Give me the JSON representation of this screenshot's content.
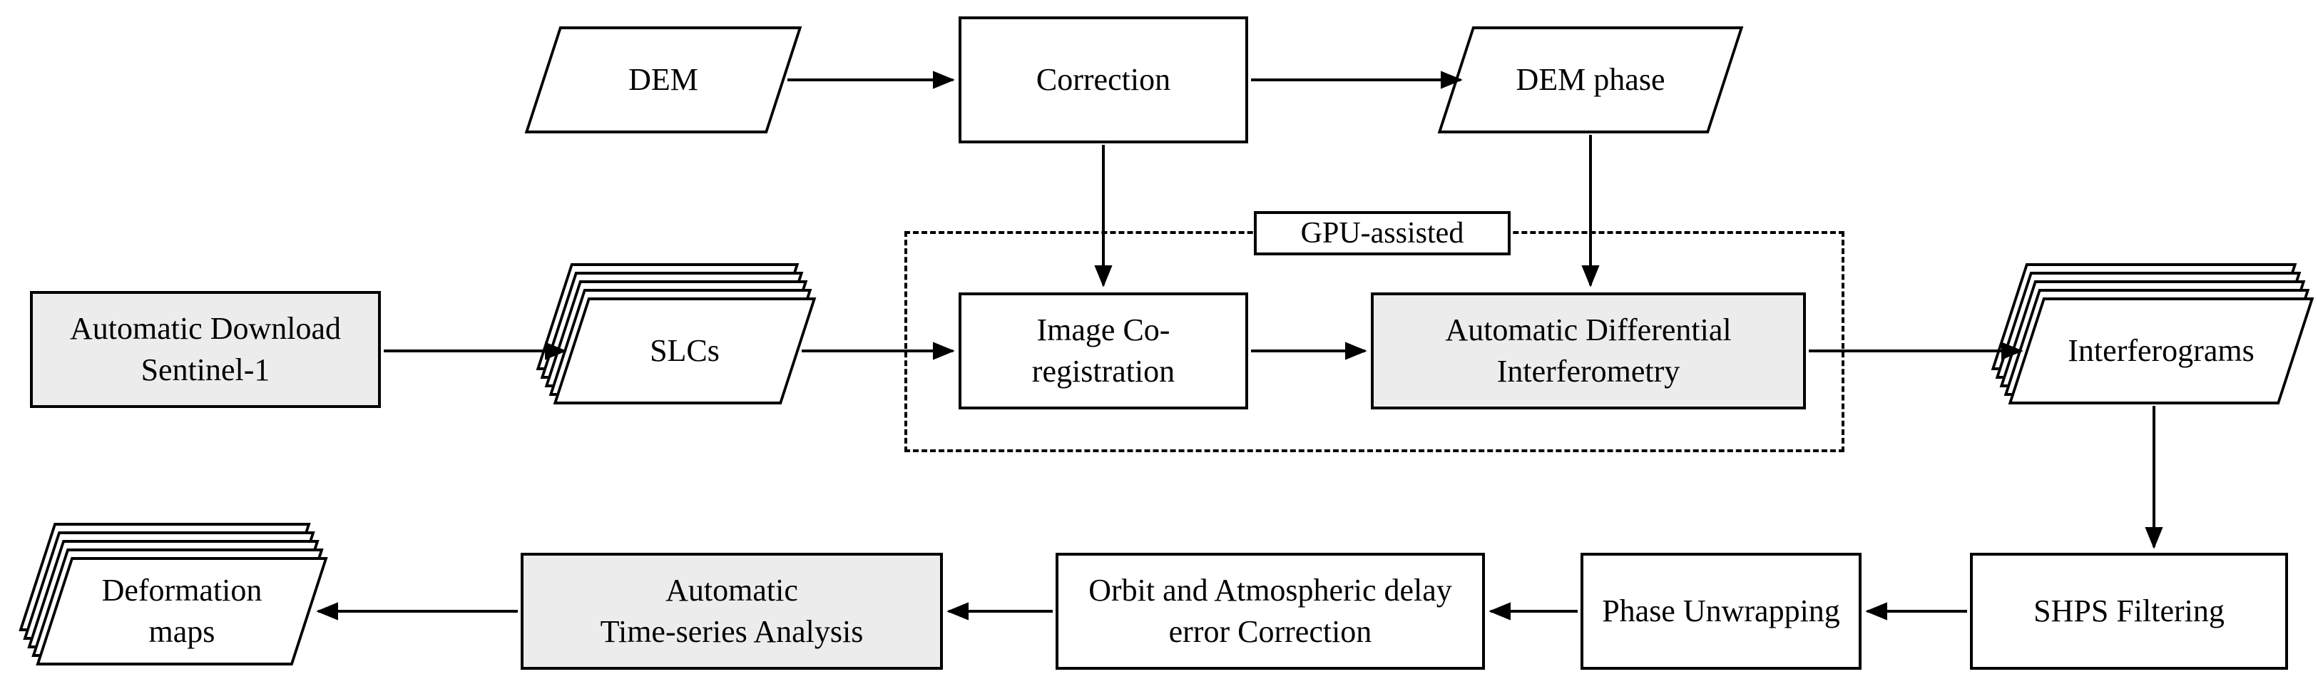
{
  "nodes": {
    "dem": {
      "label": "DEM",
      "shape": "parallelogram",
      "fill": "#ffffff"
    },
    "correction": {
      "label": "Correction",
      "shape": "rectangle",
      "fill": "#ffffff"
    },
    "dem_phase": {
      "label": "DEM phase",
      "shape": "parallelogram",
      "fill": "#ffffff"
    },
    "auto_download": {
      "label": "Automatic Download\nSentinel-1",
      "shape": "rectangle",
      "fill": "#ececec"
    },
    "slcs": {
      "label": "SLCs",
      "shape": "stacked-parallelogram",
      "fill": "#ffffff"
    },
    "image_coreg": {
      "label": "Image Co-\nregistration",
      "shape": "rectangle",
      "fill": "#ffffff"
    },
    "adi": {
      "label": "Automatic Differential\nInterferometry",
      "shape": "rectangle",
      "fill": "#ececec"
    },
    "interferograms": {
      "label": "Interferograms",
      "shape": "stacked-parallelogram",
      "fill": "#ffffff"
    },
    "shps": {
      "label": "SHPS Filtering",
      "shape": "rectangle",
      "fill": "#ffffff"
    },
    "phase_unwrap": {
      "label": "Phase Unwrapping",
      "shape": "rectangle",
      "fill": "#ffffff"
    },
    "orbit": {
      "label": "Orbit and Atmospheric delay\nerror Correction",
      "shape": "rectangle",
      "fill": "#ffffff"
    },
    "ats": {
      "label": "Automatic\nTime-series Analysis",
      "shape": "rectangle",
      "fill": "#ececec"
    },
    "def_maps": {
      "label": "Deformation\nmaps",
      "shape": "stacked-parallelogram",
      "fill": "#ffffff"
    }
  },
  "group": {
    "label": "GPU-assisted",
    "style": "dashed",
    "contains": [
      "image_coreg",
      "adi"
    ]
  },
  "edges": [
    {
      "from": "dem",
      "to": "correction"
    },
    {
      "from": "correction",
      "to": "dem_phase"
    },
    {
      "from": "correction",
      "to": "image_coreg"
    },
    {
      "from": "dem_phase",
      "to": "adi"
    },
    {
      "from": "auto_download",
      "to": "slcs"
    },
    {
      "from": "slcs",
      "to": "image_coreg"
    },
    {
      "from": "image_coreg",
      "to": "adi"
    },
    {
      "from": "adi",
      "to": "interferograms"
    },
    {
      "from": "interferograms",
      "to": "shps"
    },
    {
      "from": "shps",
      "to": "phase_unwrap"
    },
    {
      "from": "phase_unwrap",
      "to": "orbit"
    },
    {
      "from": "orbit",
      "to": "ats"
    },
    {
      "from": "ats",
      "to": "def_maps"
    }
  ],
  "colors": {
    "stroke": "#000000",
    "highlight_fill": "#ececec",
    "shape_fill": "#ffffff",
    "background": "#ffffff"
  }
}
